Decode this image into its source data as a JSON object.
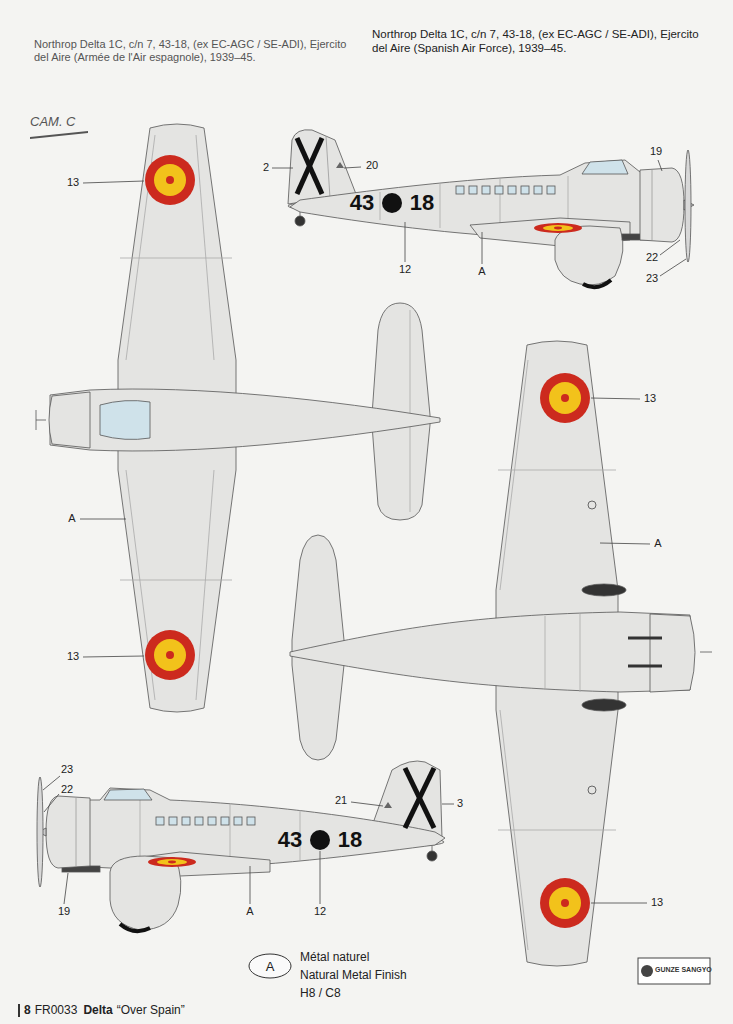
{
  "diagram": {
    "nodes": [
      {
        "text": [
          "A"
        ]
      }
    ],
    "labels": [
      "Northrop Delta 1C, c/n 7, 43-18, (ex EC-AGC / SE-ADI), Ejercito del Aire (Armée de l'Air espagnole), 1939–45.",
      "Northrop Delta 1C, c/n 7, 43-18, (ex EC-AGC / SE-ADI), Ejercito del Aire (Spanish Air Force), 1939–45.",
      "CAM. C",
      "13",
      "2",
      "20",
      "43",
      "18",
      "19",
      "22",
      "23",
      "12",
      "A",
      "A",
      "13",
      "13",
      "A",
      "13",
      "23",
      "22",
      "21",
      "3",
      "43",
      "18",
      "19",
      "A",
      "12",
      "Métal naturel",
      "Natural Metal Finish",
      "H8 / C8",
      "8",
      "FR0033",
      "Delta",
      "“Over Spain”",
      "GUNZE SANGYO"
    ]
  }
}
